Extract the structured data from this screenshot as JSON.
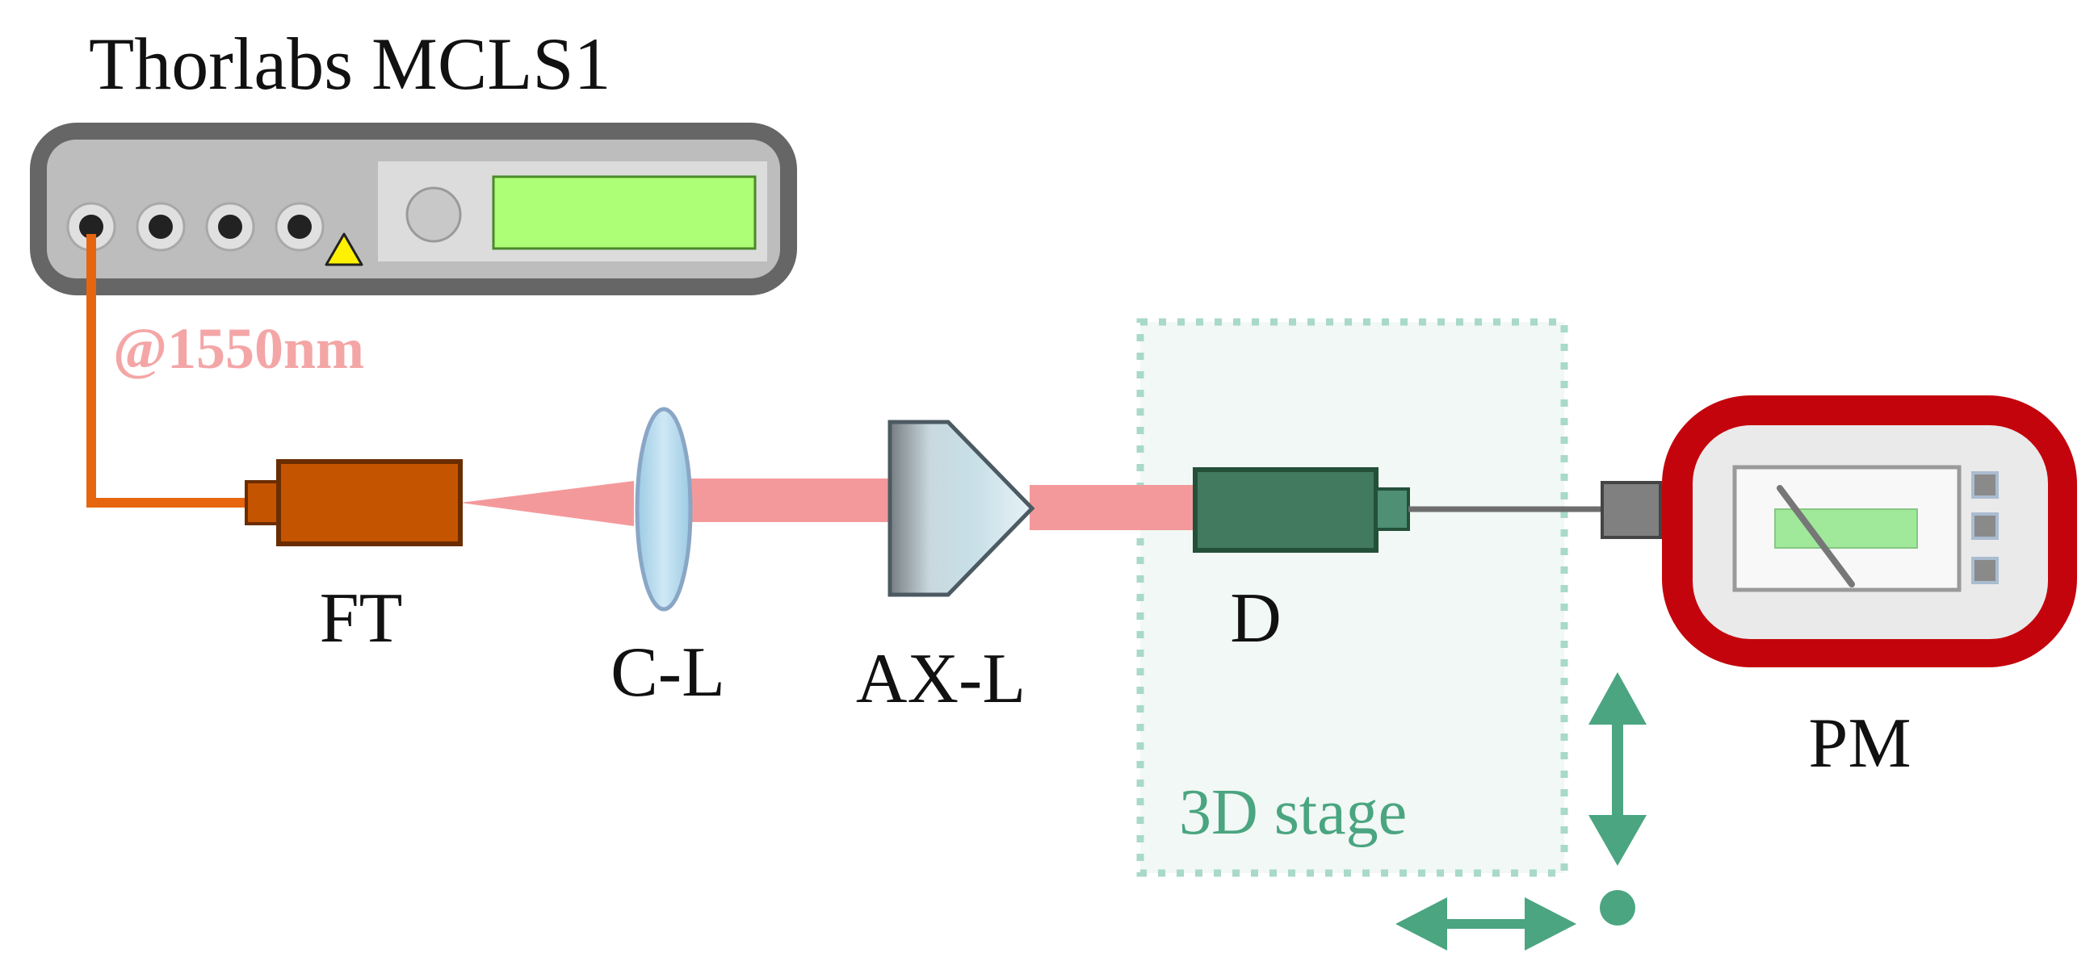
{
  "labels": {
    "source": "Thorlabs MCLS1",
    "wavelength": "@1550nm",
    "ft": "FT",
    "cl": "C-L",
    "axl": "AX-L",
    "d": "D",
    "stage": "3D stage",
    "pm": "PM"
  },
  "colors": {
    "fiber": "#e8650f",
    "beam": "#f4999b",
    "wavelength_text": "#f4a6a6",
    "ft_body": "#c55400",
    "detector": "#417a5e",
    "stage_text": "#4aa580",
    "stage_fill": "#f1f8f5",
    "pm_frame": "#c4040c",
    "display_green": "#adff75",
    "warning_yellow": "#fff200"
  },
  "icons": {
    "laser_source": "laser-source-box-icon",
    "warning": "warning-triangle-icon",
    "knob": "knob-icon",
    "vertical_axis": "double-arrow-vertical-icon",
    "horizontal_axis": "double-arrow-horizontal-icon",
    "out_of_plane_axis": "dot-axis-icon"
  }
}
